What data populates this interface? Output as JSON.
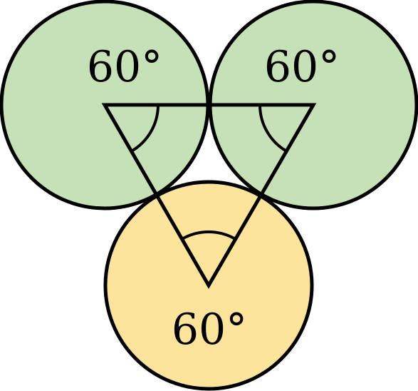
{
  "colors": {
    "green_circle": "#c6e0b8",
    "yellow_circle": "#fde49c",
    "stroke": "#000000"
  },
  "angles": {
    "top_left": "60°",
    "top_right": "60°",
    "bottom": "60°"
  }
}
